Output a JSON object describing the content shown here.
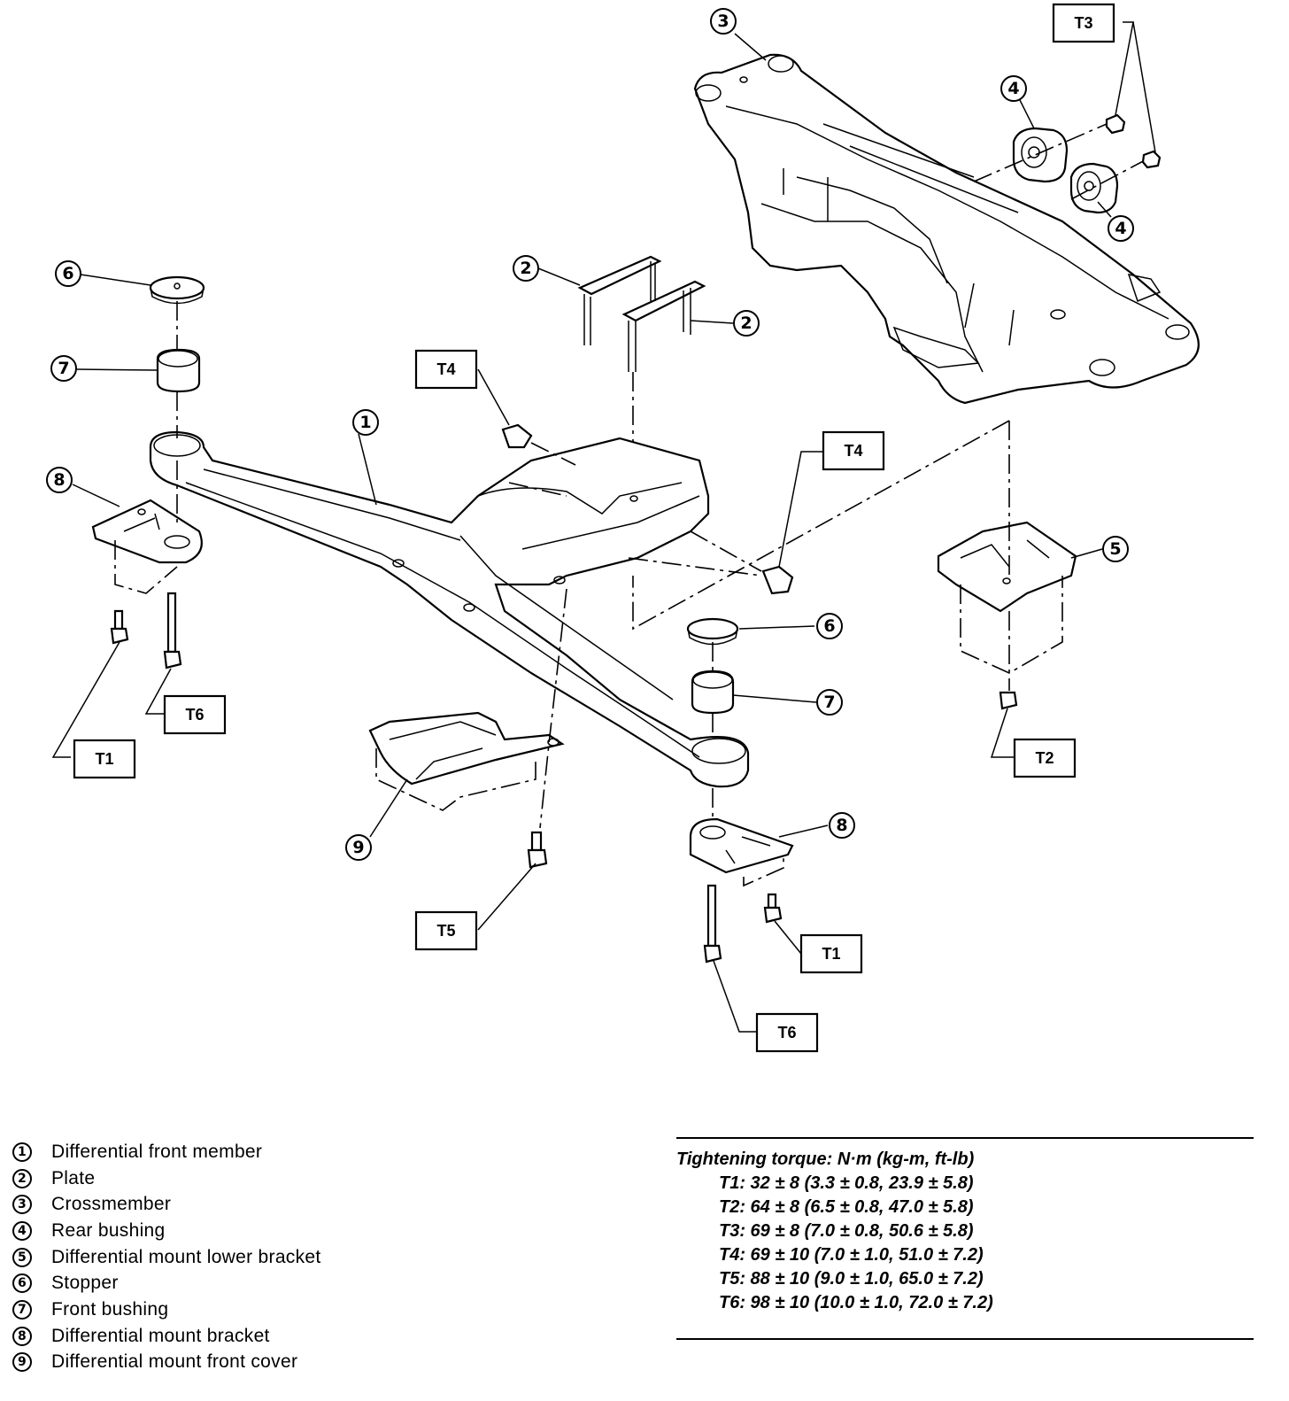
{
  "callouts": {
    "c1": "1",
    "c2": "2",
    "c3": "3",
    "c4": "4",
    "c5": "5",
    "c6": "6",
    "c7": "7",
    "c8": "8",
    "c9": "9"
  },
  "torque_tags": {
    "T1": "T1",
    "T2": "T2",
    "T3": "T3",
    "T4": "T4",
    "T5": "T5",
    "T6": "T6"
  },
  "legend": [
    {
      "num": "1",
      "label": "Differential front member"
    },
    {
      "num": "2",
      "label": "Plate"
    },
    {
      "num": "3",
      "label": "Crossmember"
    },
    {
      "num": "4",
      "label": "Rear bushing"
    },
    {
      "num": "5",
      "label": "Differential mount lower bracket"
    },
    {
      "num": "6",
      "label": "Stopper"
    },
    {
      "num": "7",
      "label": "Front bushing"
    },
    {
      "num": "8",
      "label": "Differential mount bracket"
    },
    {
      "num": "9",
      "label": "Differential mount front cover"
    }
  ],
  "torque": {
    "title": "Tightening torque: N·m (kg-m, ft-lb)",
    "rows": [
      "T1: 32 ± 8 (3.3 ± 0.8, 23.9 ± 5.8)",
      "T2: 64 ± 8 (6.5 ± 0.8, 47.0 ± 5.8)",
      "T3: 69 ± 8 (7.0 ± 0.8, 50.6 ± 5.8)",
      "T4: 69 ± 10 (7.0 ± 1.0, 51.0 ± 7.2)",
      "T5: 88 ± 10 (9.0 ± 1.0, 65.0 ± 7.2)",
      "T6: 98 ± 10 (10.0 ± 1.0, 72.0 ± 7.2)"
    ]
  }
}
